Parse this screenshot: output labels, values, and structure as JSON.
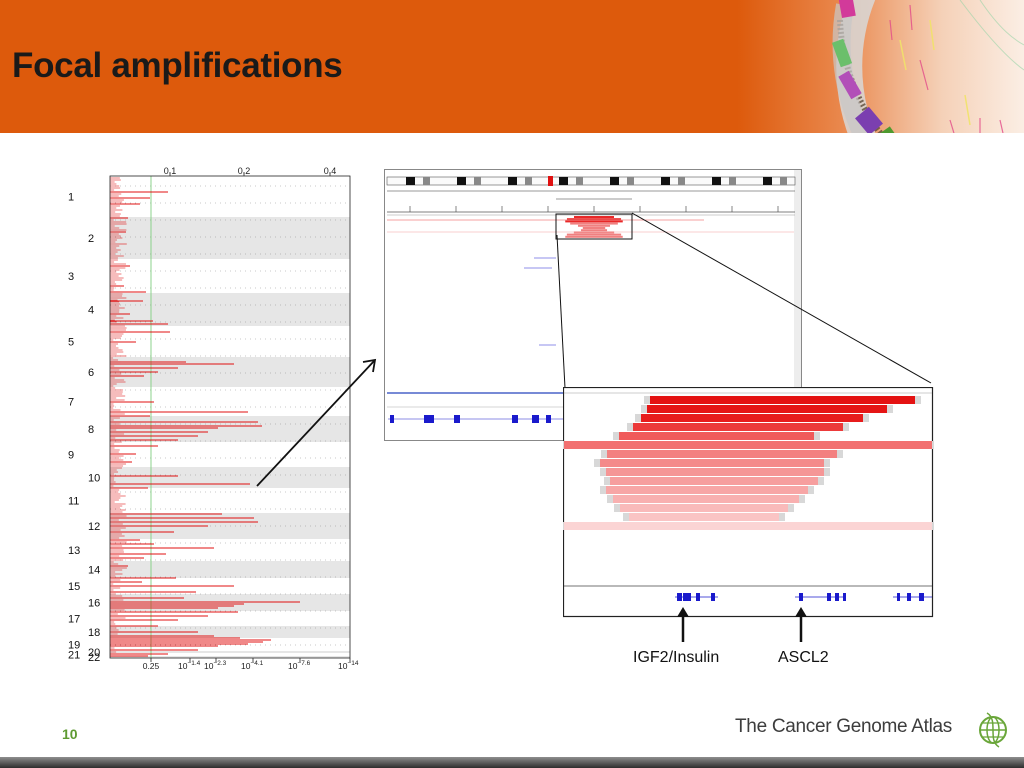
{
  "slide": {
    "title": "Focal amplifications",
    "number": "10",
    "logo_text": "The Cancer Genome Atlas"
  },
  "genome_plot": {
    "top_ticks": [
      "0.1",
      "0.2",
      "0.4"
    ],
    "chromosomes": [
      "1",
      "2",
      "3",
      "4",
      "5",
      "6",
      "7",
      "8",
      "9",
      "10",
      "11",
      "12",
      "13",
      "14",
      "15",
      "16",
      "17",
      "18",
      "19",
      "20",
      "21",
      "22"
    ],
    "bottom_ticks": {
      "first": "0.25",
      "labels": [
        {
          "base": "10",
          "exp": "−1.4"
        },
        {
          "base": "10",
          "exp": "−2.3"
        },
        {
          "base": "10",
          "exp": "−4.1"
        },
        {
          "base": "10",
          "exp": "−7.6"
        },
        {
          "base": "10",
          "exp": "−14"
        }
      ]
    }
  },
  "genes": {
    "left": "IGF2/Insulin",
    "right": "ASCL2"
  },
  "colors": {
    "header": "#dd5a0c",
    "amplification": "#e01010",
    "band": "#e6e6e6",
    "gene": "#1a1acc",
    "number": "#5e9a32"
  }
}
